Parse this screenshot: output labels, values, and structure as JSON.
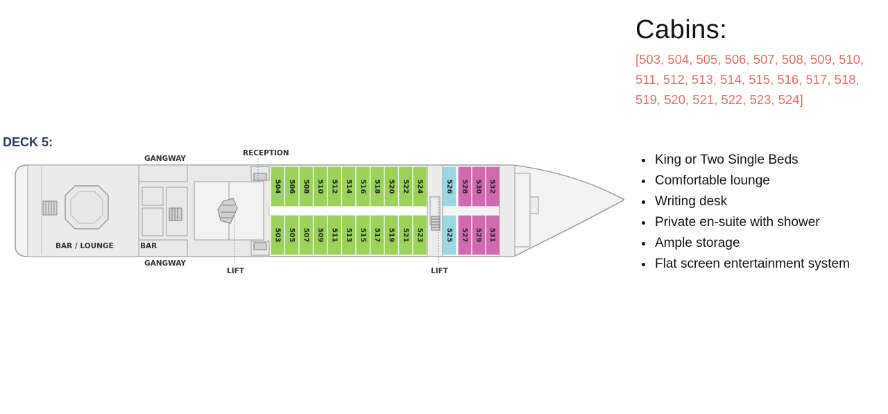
{
  "deck": {
    "title": "DECK 5:",
    "labels": {
      "gangway_top": "GANGWAY",
      "gangway_bottom": "GANGWAY",
      "reception": "RECEPTION",
      "bar_lounge": "BAR / LOUNGE",
      "bar": "BAR",
      "lift_left": "LIFT",
      "lift_right": "LIFT"
    },
    "colors": {
      "green": "#9bd25a",
      "blue": "#9ad8e8",
      "pink": "#d36ab0",
      "wall": "#9a9a9a",
      "floor": "#f4f4f4"
    },
    "cabins_top_green": [
      "504",
      "506",
      "508",
      "510",
      "512",
      "514",
      "516",
      "518",
      "520",
      "522",
      "524"
    ],
    "cabins_bottom_green": [
      "503",
      "505",
      "507",
      "509",
      "511",
      "513",
      "515",
      "517",
      "519",
      "521",
      "523"
    ],
    "cabin_top_blue": "526",
    "cabin_bottom_blue": "525",
    "cabins_top_pink": [
      "528",
      "530",
      "532"
    ],
    "cabins_bottom_pink": [
      "527",
      "529",
      "531"
    ]
  },
  "info": {
    "heading": "Cabins:",
    "cabin_list": "[503, 504, 505, 506, 507, 508, 509, 510, 511, 512, 513, 514, 515, 516, 517, 518, 519, 520, 521, 522, 523, 524]",
    "features": [
      "King or Two Single Beds",
      "Comfortable lounge",
      "Writing desk",
      "Private en-suite with shower",
      "Ample storage",
      "Flat screen entertainment system"
    ]
  }
}
